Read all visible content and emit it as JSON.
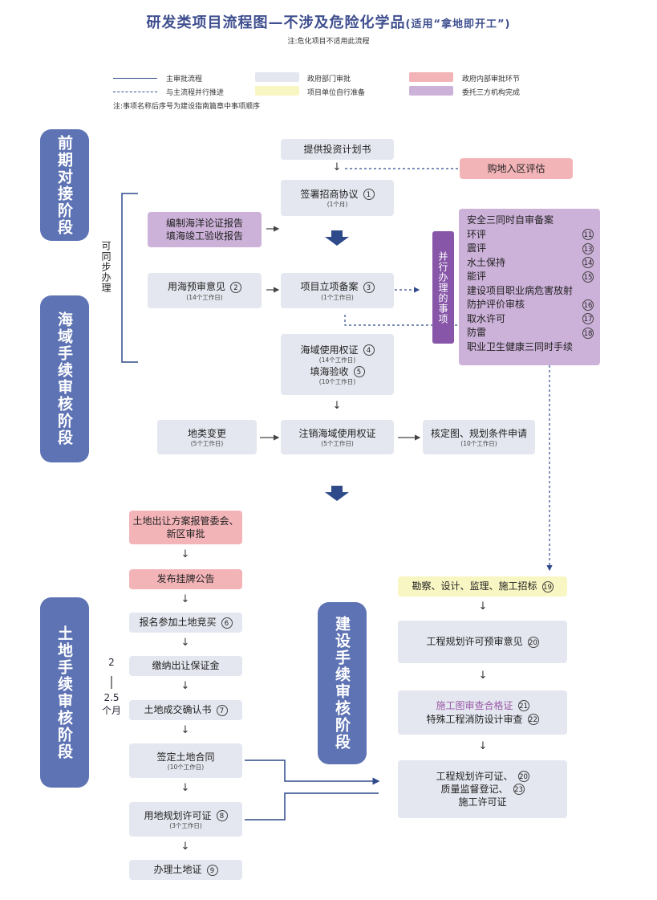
{
  "header": {
    "title": "研发类项目流程图—不涉及危险化学品",
    "title_suffix": "(适用“拿地即开工”)",
    "subtitle": "注:危化项目不适用此流程"
  },
  "legend": {
    "main_flow": "主审批流程",
    "parallel_flow": "与主流程并行推进",
    "gov_review": "政府部门审批",
    "self_prep": "项目单位自行准备",
    "internal_review": "政府内部审批环节",
    "third_party": "委托三方机构完成",
    "note": "注:事项名称后序号为建设指南篇章中事项顺序"
  },
  "phases": {
    "p1": "前期对接阶段",
    "p2": "海域手续审核阶段",
    "p3": "土地手续审核阶段",
    "p4": "建设手续审核阶段"
  },
  "side_labels": {
    "sync": "可同步办理",
    "parallel": "并行办理的事项",
    "duration_a": "2",
    "duration_b": "2.5",
    "duration_c": "个月"
  },
  "colors": {
    "phase": "#5e73b4",
    "gov": "#e4e7ef",
    "pink": "#f3b4b8",
    "yellow": "#f8f6c2",
    "purple": "#ccb1d9",
    "line": "#2f4a8a"
  },
  "nodes": {
    "plan": {
      "label": "提供投资计划书"
    },
    "land_eval": {
      "label": "购地入区评估"
    },
    "sign": {
      "label": "签署招商协议",
      "num": "1",
      "time": "(1个月)"
    },
    "marine_report_a": {
      "label": "编制海洋论证报告"
    },
    "marine_report_b": {
      "label": "填海竣工验收报告"
    },
    "sea_opinion": {
      "label": "用海预审意见",
      "num": "2",
      "time": "(14个工作日)"
    },
    "project_record": {
      "label": "项目立项备案",
      "num": "3",
      "time": "(1个工作日)"
    },
    "sea_right": {
      "label": "海域使用权证",
      "num": "4",
      "time": "(14个工作日)"
    },
    "fill_accept": {
      "label": "填海验收",
      "num": "5",
      "time": "(10个工作日)"
    },
    "land_change": {
      "label": "地类变更",
      "time": "(5个工作日)"
    },
    "cancel_sea": {
      "label": "注销海域使用权证",
      "time": "(5个工作日)"
    },
    "plan_condition": {
      "label": "核定图、规划条件申请",
      "time": "(10个工作日)"
    },
    "land_plan_a": {
      "label": "土地出让方案报管委会、"
    },
    "land_plan_b": {
      "label": "新区审批"
    },
    "listing": {
      "label": "发布挂牌公告"
    },
    "bid": {
      "label": "报名参加土地竞买",
      "num": "6"
    },
    "deposit": {
      "label": "缴纳出让保证金"
    },
    "deal": {
      "label": "土地成交确认书",
      "num": "7"
    },
    "contract": {
      "label": "签定土地合同",
      "time": "(10个工作日)"
    },
    "land_permit": {
      "label": "用地规划许可证",
      "num": "8",
      "time": "(3个工作日)"
    },
    "land_cert": {
      "label": "办理土地证",
      "num": "9"
    },
    "survey": {
      "label": "勘察、设计、监理、施工招标",
      "num": "19"
    },
    "plan_pre": {
      "label": "工程规划许可预审意见",
      "num": "20"
    },
    "drawing_a": {
      "label": "施工图审查合格证",
      "num": "21"
    },
    "drawing_b": {
      "label": "特殊工程消防设计审查",
      "num": "22"
    },
    "final_a": {
      "label": "工程规划许可证、",
      "num": "20"
    },
    "final_b": {
      "label": "质量监督登记、",
      "num": "23"
    },
    "final_c": {
      "label": "施工许可证"
    }
  },
  "parallel_items": [
    {
      "label": "安全三同时自审备案",
      "num": ""
    },
    {
      "label": "环评",
      "num": "11"
    },
    {
      "label": "震评",
      "num": "13"
    },
    {
      "label": "水土保持",
      "num": "14"
    },
    {
      "label": "能评",
      "num": "15"
    },
    {
      "label": "建设项目职业病危害放射",
      "num": ""
    },
    {
      "label": "防护评价审核",
      "num": "16"
    },
    {
      "label": "取水许可",
      "num": "17"
    },
    {
      "label": "防雷",
      "num": "18"
    },
    {
      "label": "职业卫生健康三同时手续",
      "num": ""
    }
  ]
}
